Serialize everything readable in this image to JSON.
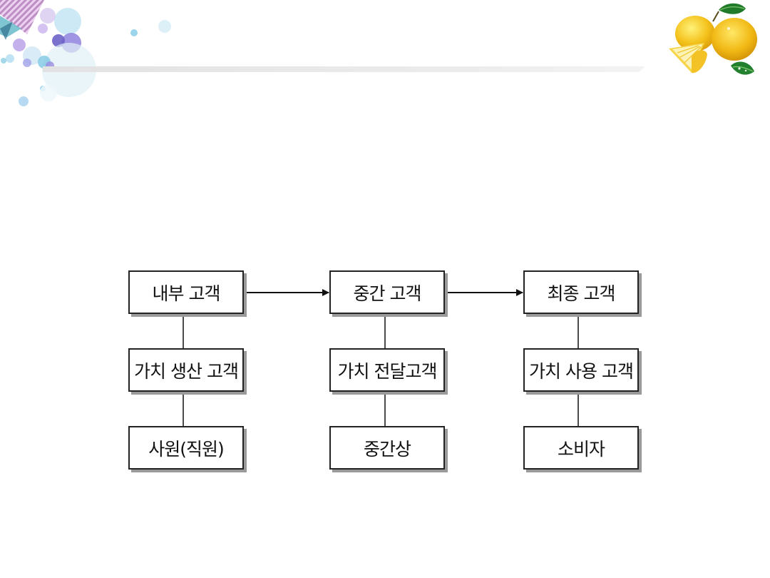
{
  "slide": {
    "decor": {
      "top_left": "bubbles-decoration",
      "top_right": "lemon-illustration",
      "accent_colors": [
        "#7ec8e3",
        "#9b8de0",
        "#b69be8",
        "#f2c12e"
      ]
    }
  },
  "diagram": {
    "columns": [
      {
        "top": "내부 고객",
        "middle": "가치 생산 고객",
        "bottom": "사원(직원)"
      },
      {
        "top": "중간 고객",
        "middle": "가치 전달고객",
        "bottom": "중간상"
      },
      {
        "top": "최종 고객",
        "middle": "가치 사용 고객",
        "bottom": "소비자"
      }
    ],
    "flow": [
      "내부 고객",
      "중간 고객",
      "최종 고객"
    ]
  }
}
